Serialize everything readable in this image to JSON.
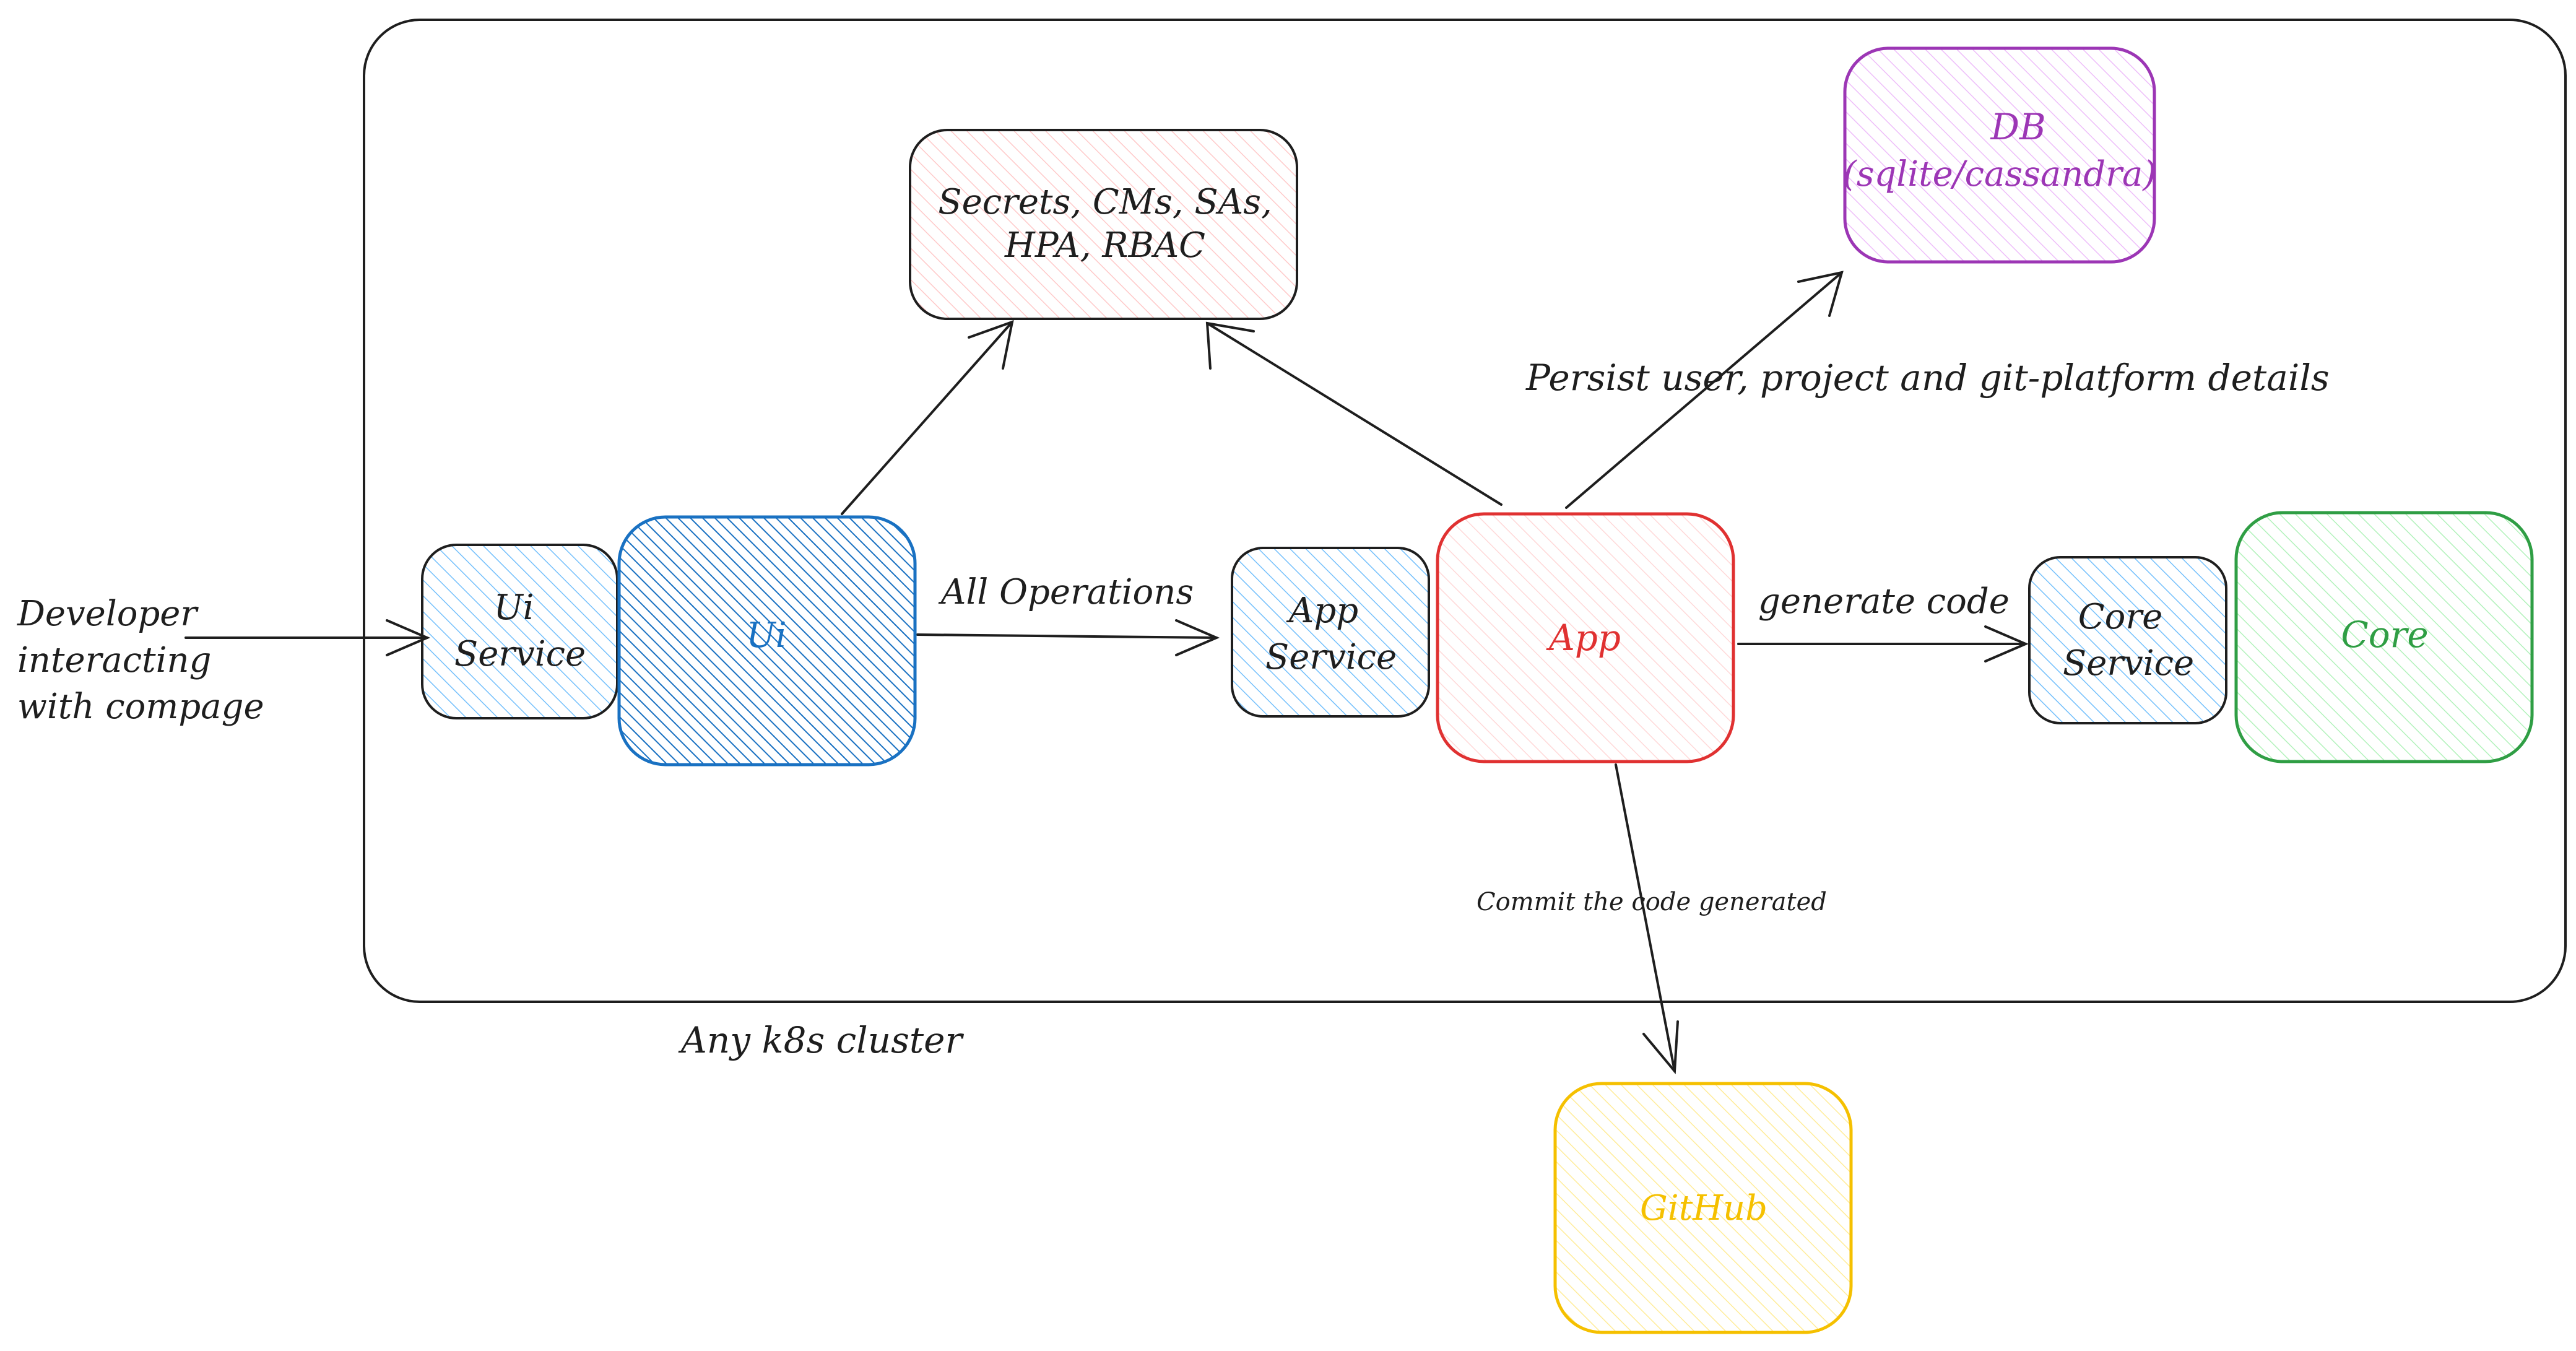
{
  "cluster": {
    "label": "Any k8s cluster"
  },
  "actor": {
    "line1": "Developer",
    "line2": "interacting",
    "line3": "with compage"
  },
  "nodes": {
    "ui_service": {
      "line1": "Ui",
      "line2": "Service"
    },
    "ui": {
      "label": "Ui"
    },
    "secrets": {
      "line1": "Secrets, CMs, SAs,",
      "line2": "HPA, RBAC"
    },
    "app_service": {
      "line1": "App",
      "line2": "Service"
    },
    "app": {
      "label": "App"
    },
    "db": {
      "line1": "DB",
      "line2": "(sqlite/cassandra)"
    },
    "core_service": {
      "line1": "Core",
      "line2": "Service"
    },
    "core": {
      "label": "Core"
    },
    "github": {
      "label": "GitHub"
    }
  },
  "edges": {
    "all_operations": "All Operations",
    "generate_code": "generate code",
    "persist": "Persist user, project and git-platform details",
    "commit": "Commit the code generated"
  },
  "colors": {
    "stroke": "#1e1e1e",
    "ui": "#1971c2",
    "app": "#e03131",
    "secrets_fill": "#ffc9c9",
    "service_fill": "#a5d8ff",
    "db": "#9c36b5",
    "db_fill": "#eebefa",
    "core": "#2f9e44",
    "core_fill": "#b2f2bb",
    "github": "#f5c000",
    "github_fill": "#ffec99"
  }
}
